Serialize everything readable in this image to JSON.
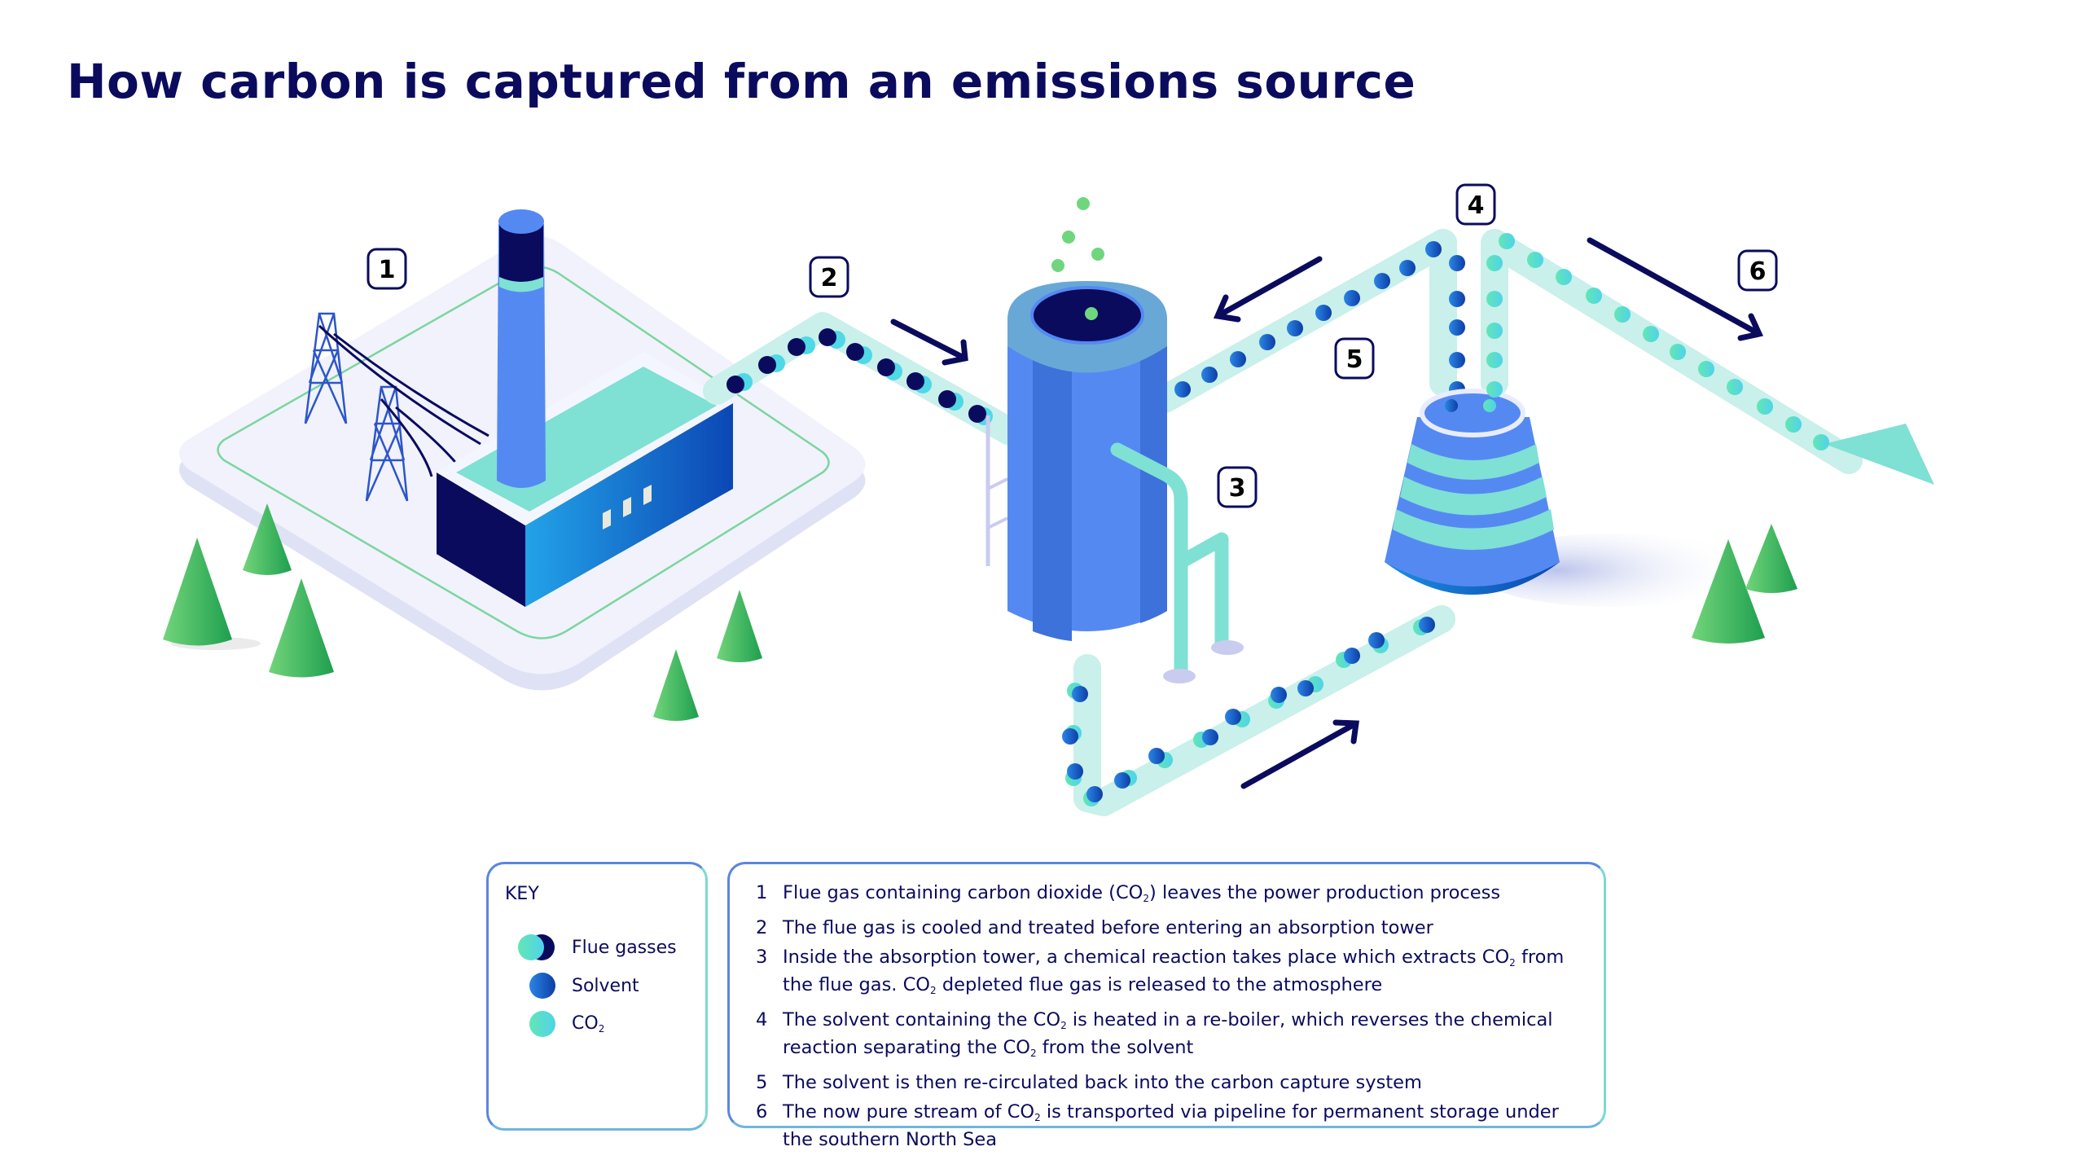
{
  "title": "How carbon is captured from an emissions source",
  "step_markers": [
    "1",
    "2",
    "3",
    "4",
    "5",
    "6"
  ],
  "colors": {
    "navy": "#0b0b5e",
    "pipe": "#c9f0ea",
    "teal": "#7fe0d4",
    "blue": "#5589f2",
    "blue_dark": "#3c72d9",
    "tree_green": "#3fbf5f",
    "co2_green": "#6fd67e"
  },
  "key": {
    "title": "KEY",
    "items": [
      {
        "label": "Flue gasses",
        "icon": "flue-gas-dot-icon"
      },
      {
        "label": "Solvent",
        "icon": "solvent-dot-icon"
      },
      {
        "label": "CO",
        "sub": "2",
        "icon": "co2-dot-icon"
      }
    ]
  },
  "steps": [
    {
      "num": "1",
      "parts": [
        "Flue gas containing carbon dioxide (CO",
        "2",
        ") leaves the power production process"
      ]
    },
    {
      "num": "2",
      "parts": [
        "The flue gas is cooled and treated before entering an absorption tower"
      ]
    },
    {
      "num": "3",
      "parts": [
        "Inside the absorption tower, a chemical reaction takes place which extracts CO",
        "2",
        " from the flue gas. CO",
        "2",
        " depleted flue gas is released to the atmosphere"
      ]
    },
    {
      "num": "4",
      "parts": [
        "The solvent containing the CO",
        "2",
        " is heated in a re-boiler, which reverses the chemical reaction separating the CO",
        "2",
        " from the solvent"
      ]
    },
    {
      "num": "5",
      "parts": [
        "The solvent is then re-circulated back into the carbon capture system"
      ]
    },
    {
      "num": "6",
      "parts": [
        "The now pure stream of CO",
        "2",
        " is transported via pipeline for permanent storage under the southern North Sea"
      ]
    }
  ]
}
